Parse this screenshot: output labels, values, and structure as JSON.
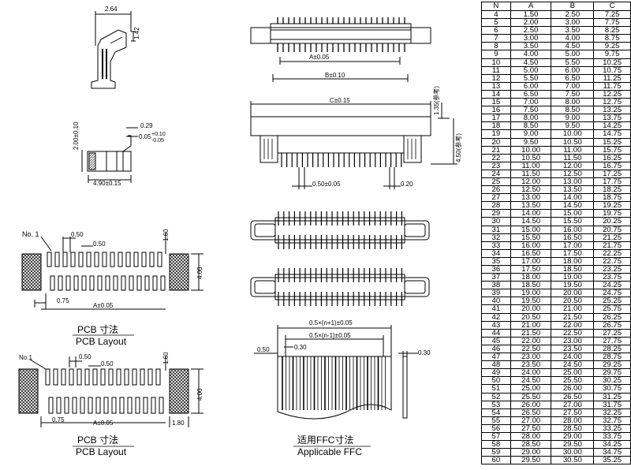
{
  "side_view": {
    "top_dims": [
      "2.64",
      "1.42"
    ],
    "mid_dims": [
      "0.29",
      "0.05",
      "+0.10",
      "-0.05",
      "2.00±0.10",
      "4.90±0.15"
    ]
  },
  "connector_top": {
    "dims": [
      "A±0.05",
      "B±0.10",
      "C±0.15",
      "0.50±0.05",
      "0.20",
      "1.35(参考)",
      "4.50(参考)"
    ]
  },
  "pcb_layout_1": {
    "no1": "No. 1",
    "dims": [
      "0.50",
      "0.50",
      "1.60",
      "4.00",
      "0.75",
      "A±0.05"
    ],
    "caption_cn": "PCB  寸法",
    "caption_en": "PCB Layout"
  },
  "pcb_layout_2": {
    "no1": "No.1",
    "dims": [
      "0.50",
      "0.50",
      "1.60",
      "4.00",
      "0.75",
      "A±0.05",
      "1.80"
    ],
    "caption_cn": "PCB  寸法",
    "caption_en": "PCB Layout"
  },
  "ffc": {
    "dims": [
      "0.5×(n+1)±0.05",
      "0.5×(n-1)±0.05",
      "0.50",
      "0.30",
      "0.30"
    ],
    "caption_cn": "适用FFC寸法",
    "caption_en": "Applicable FFC"
  },
  "table": {
    "headers": [
      "N",
      "A",
      "B",
      "C"
    ],
    "rows": [
      [
        "4",
        "1.50",
        "2.50",
        "7.25"
      ],
      [
        "5",
        "2.00",
        "3.00",
        "7.75"
      ],
      [
        "6",
        "2.50",
        "3.50",
        "8.25"
      ],
      [
        "7",
        "3.00",
        "4.00",
        "8.75"
      ],
      [
        "8",
        "3.50",
        "4.50",
        "9.25"
      ],
      [
        "9",
        "4.00",
        "5.00",
        "9.75"
      ],
      [
        "10",
        "4.50",
        "5.50",
        "10.25"
      ],
      [
        "11",
        "5.00",
        "6.00",
        "10.75"
      ],
      [
        "12",
        "5.50",
        "6.50",
        "11.25"
      ],
      [
        "13",
        "6.00",
        "7.00",
        "11.75"
      ],
      [
        "14",
        "6.50",
        "7.50",
        "12.25"
      ],
      [
        "15",
        "7.00",
        "8.00",
        "12.75"
      ],
      [
        "16",
        "7.50",
        "8.50",
        "13.25"
      ],
      [
        "17",
        "8.00",
        "9.00",
        "13.75"
      ],
      [
        "18",
        "8.50",
        "9.50",
        "14.25"
      ],
      [
        "19",
        "9.00",
        "10.00",
        "14.75"
      ],
      [
        "20",
        "9.50",
        "10.50",
        "15.25"
      ],
      [
        "21",
        "10.00",
        "11.00",
        "15.75"
      ],
      [
        "22",
        "10.50",
        "11.50",
        "16.25"
      ],
      [
        "23",
        "11.00",
        "12.00",
        "16.75"
      ],
      [
        "24",
        "11.50",
        "12.50",
        "17.25"
      ],
      [
        "25",
        "12.00",
        "13.00",
        "17.75"
      ],
      [
        "26",
        "12.50",
        "13.50",
        "18.25"
      ],
      [
        "27",
        "13.00",
        "14.00",
        "18.75"
      ],
      [
        "28",
        "13.50",
        "14.50",
        "19.25"
      ],
      [
        "29",
        "14.00",
        "15.00",
        "19.75"
      ],
      [
        "30",
        "14.50",
        "15.50",
        "20.25"
      ],
      [
        "31",
        "15.00",
        "16.00",
        "20.75"
      ],
      [
        "32",
        "15.50",
        "16.50",
        "21.25"
      ],
      [
        "33",
        "16.00",
        "17.00",
        "21.75"
      ],
      [
        "34",
        "16.50",
        "17.50",
        "22.25"
      ],
      [
        "35",
        "17.00",
        "18.00",
        "22.75"
      ],
      [
        "36",
        "17.50",
        "18.50",
        "23.25"
      ],
      [
        "37",
        "18.00",
        "19.00",
        "23.75"
      ],
      [
        "38",
        "18.50",
        "19.50",
        "24.25"
      ],
      [
        "39",
        "19.00",
        "20.00",
        "24.75"
      ],
      [
        "40",
        "19.50",
        "20.50",
        "25.25"
      ],
      [
        "41",
        "20.00",
        "21.00",
        "25.75"
      ],
      [
        "42",
        "20.50",
        "21.50",
        "26.25"
      ],
      [
        "43",
        "21.00",
        "22.00",
        "26.75"
      ],
      [
        "44",
        "21.50",
        "22.50",
        "27.25"
      ],
      [
        "45",
        "22.00",
        "23.00",
        "27.75"
      ],
      [
        "46",
        "22.50",
        "23.50",
        "28.25"
      ],
      [
        "47",
        "23.00",
        "24.00",
        "28.75"
      ],
      [
        "48",
        "23.50",
        "24.50",
        "29.25"
      ],
      [
        "49",
        "24.00",
        "25.00",
        "29.75"
      ],
      [
        "50",
        "24.50",
        "25.50",
        "30.25"
      ],
      [
        "51",
        "25.00",
        "26.00",
        "30.75"
      ],
      [
        "52",
        "25.50",
        "26.50",
        "31.25"
      ],
      [
        "53",
        "26.00",
        "27.00",
        "31.75"
      ],
      [
        "54",
        "26.50",
        "27.50",
        "32.25"
      ],
      [
        "55",
        "27.00",
        "28.00",
        "32.75"
      ],
      [
        "56",
        "27.50",
        "28.50",
        "33.25"
      ],
      [
        "57",
        "28.00",
        "29.00",
        "33.75"
      ],
      [
        "58",
        "28.50",
        "29.50",
        "34.25"
      ],
      [
        "59",
        "29.00",
        "30.00",
        "34.75"
      ],
      [
        "60",
        "29.50",
        "30.50",
        "35.25"
      ]
    ]
  }
}
